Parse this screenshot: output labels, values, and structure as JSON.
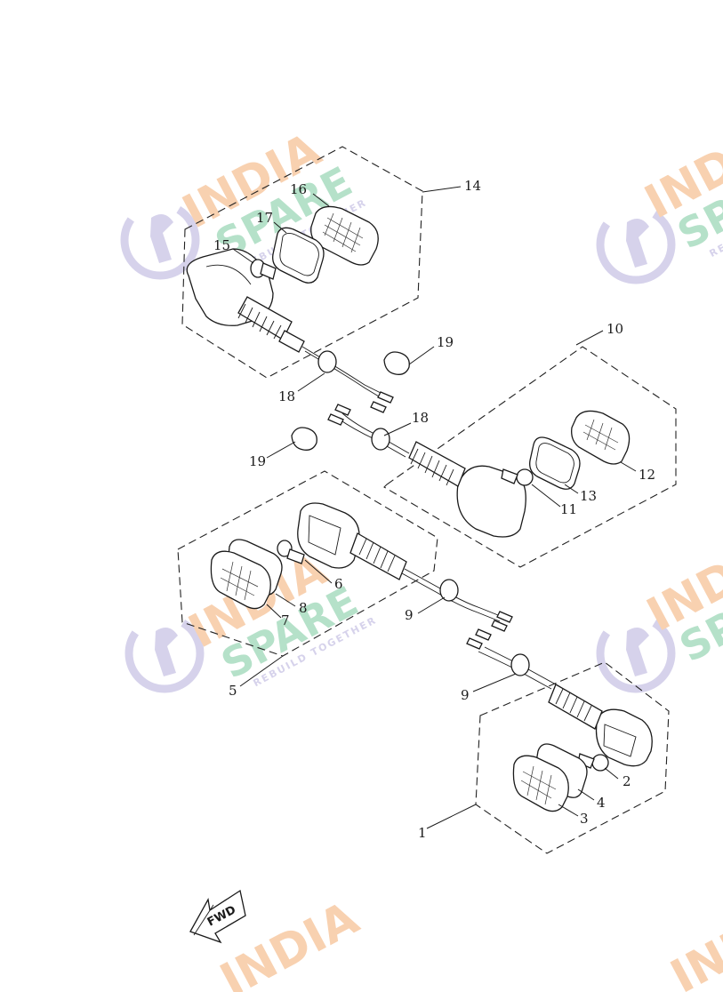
{
  "diagram": {
    "labels": {
      "p1": "1",
      "p2": "2",
      "p3": "3",
      "p4": "4",
      "p5": "5",
      "p6": "6",
      "p7": "7",
      "p8": "8",
      "p9a": "9",
      "p9b": "9",
      "p10": "10",
      "p11": "11",
      "p12": "12",
      "p13": "13",
      "p14": "14",
      "p15": "15",
      "p16": "16",
      "p17": "17",
      "p18a": "18",
      "p18b": "18",
      "p19a": "19",
      "p19b": "19"
    },
    "fwd_label": "FWD"
  },
  "watermark": {
    "line1": "INDIA",
    "line2": "SPARE",
    "tagline": "REBUILD TOGETHER",
    "colors": {
      "orange": "#f7c9a3",
      "green": "#a9dcc0",
      "purple": "#cfcbe8"
    }
  }
}
